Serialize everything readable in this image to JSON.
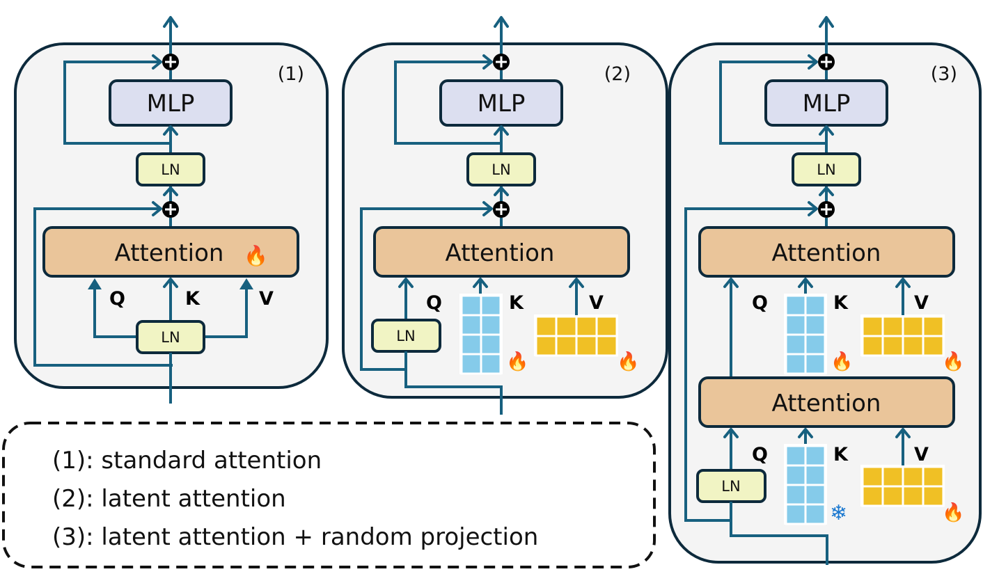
{
  "panels": [
    {
      "id": "1",
      "tag": "(1)",
      "mlp_label": "MLP",
      "ln_label": "LN",
      "attention_label": "Attention",
      "attention_status_icon": "fire-icon",
      "q_label": "Q",
      "k_label": "K",
      "v_label": "V",
      "input_ln_label": "LN"
    },
    {
      "id": "2",
      "tag": "(2)",
      "mlp_label": "MLP",
      "ln_label": "LN",
      "attention_label": "Attention",
      "q_label": "Q",
      "k_label": "K",
      "v_label": "V",
      "input_ln_label": "LN",
      "k_matrix": {
        "rows": 4,
        "cols": 2,
        "status_icon": "fire-icon"
      },
      "v_matrix": {
        "rows": 2,
        "cols": 4,
        "status_icon": "fire-icon"
      }
    },
    {
      "id": "3",
      "tag": "(3)",
      "mlp_label": "MLP",
      "ln_label": "LN",
      "upper_attention_label": "Attention",
      "lower_attention_label": "Attention",
      "upper": {
        "q_label": "Q",
        "k_label": "K",
        "v_label": "V",
        "k_matrix": {
          "rows": 4,
          "cols": 2,
          "status_icon": "fire-icon"
        },
        "v_matrix": {
          "rows": 2,
          "cols": 4,
          "status_icon": "fire-icon"
        }
      },
      "lower": {
        "q_label": "Q",
        "k_label": "K",
        "v_label": "V",
        "k_matrix": {
          "rows": 4,
          "cols": 2,
          "status_icon": "snowflake-icon"
        },
        "v_matrix": {
          "rows": 2,
          "cols": 4,
          "status_icon": "fire-icon"
        }
      },
      "input_ln_label": "LN"
    }
  ],
  "legend": {
    "items": [
      "(1): standard attention",
      "(2): latent attention",
      "(3): latent attention + random projection"
    ]
  },
  "colors": {
    "wire": "#17607f",
    "panel_border": "#0d2a3c",
    "panel_fill": "#f4f4f4",
    "mlp_fill": "#dcdff0",
    "ln_fill": "#f1f4c4",
    "attention_fill": "#eac59a",
    "k_matrix_fill": "#85cbea",
    "v_matrix_fill": "#f0c025"
  },
  "icons": {
    "fire": "🔥",
    "snowflake": "❄"
  }
}
